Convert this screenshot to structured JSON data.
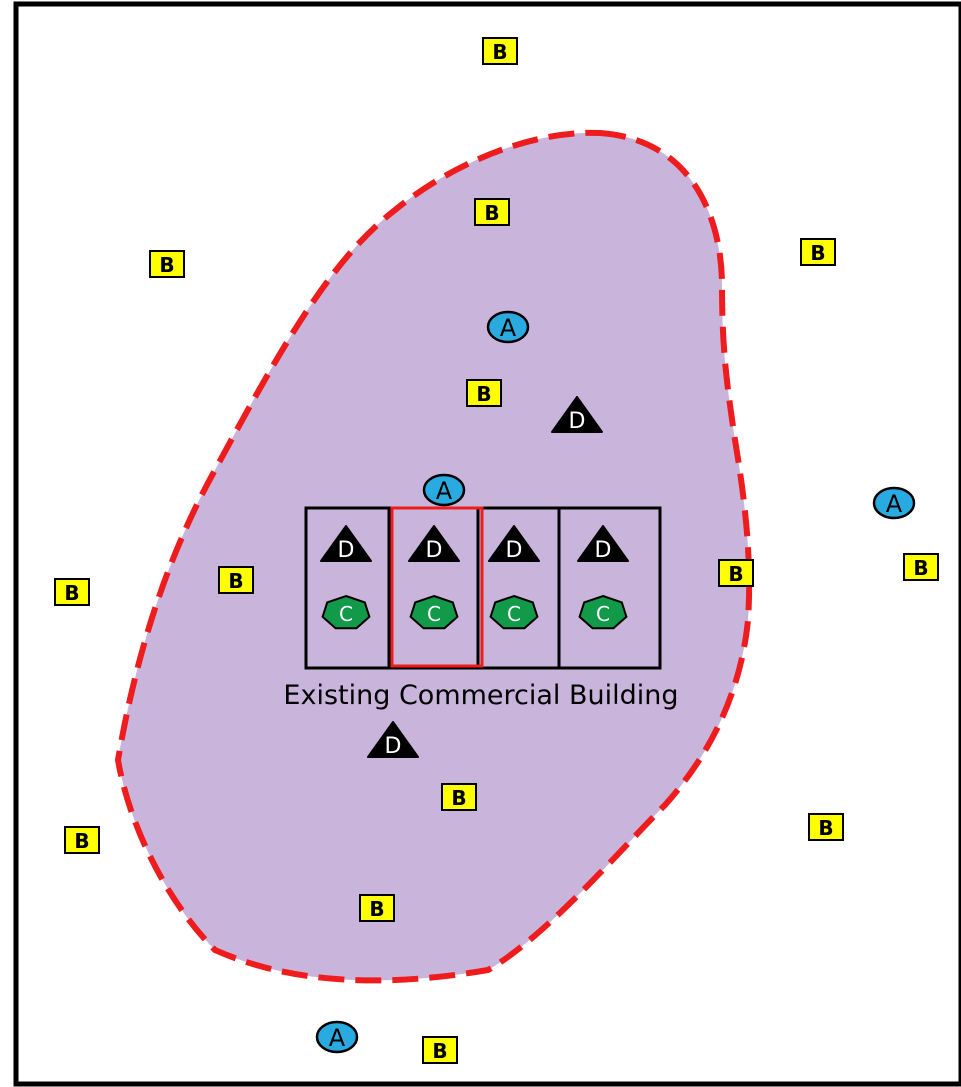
{
  "colors": {
    "zone_fill": "#c9b4dc",
    "zone_border": "#ee1c1c",
    "marker_a": "#29abe2",
    "marker_b": "#ffff00",
    "marker_c": "#109a4a",
    "marker_d": "#000000",
    "highlight": "#ee1c1c",
    "frame": "#000000"
  },
  "building": {
    "label": "Existing Commercial Building",
    "units": [
      {
        "d_label": "D",
        "c_label": "C",
        "highlighted": false
      },
      {
        "d_label": "D",
        "c_label": "C",
        "highlighted": true
      },
      {
        "d_label": "D",
        "c_label": "C",
        "highlighted": false
      },
      {
        "d_label": "D",
        "c_label": "C",
        "highlighted": false
      }
    ]
  },
  "markers": {
    "a_label": "A",
    "b_label": "B",
    "d_label": "D",
    "a_icon": "blue-ellipse",
    "b_icon": "yellow-square",
    "c_icon": "green-heptagon",
    "d_icon": "black-triangle"
  }
}
